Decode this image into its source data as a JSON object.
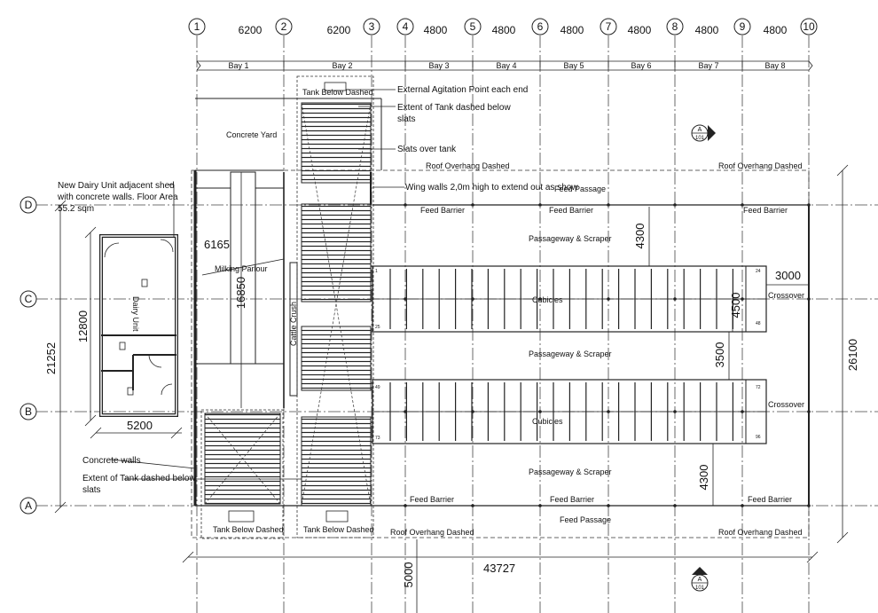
{
  "gridlines_x": [
    "1",
    "2",
    "3",
    "4",
    "5",
    "6",
    "7",
    "8",
    "9",
    "10"
  ],
  "gridlines_y": [
    "D",
    "C",
    "B",
    "A"
  ],
  "spacings_top": [
    "6200",
    "6200",
    "4800",
    "4800",
    "4800",
    "4800",
    "4800",
    "4800"
  ],
  "bays": [
    "Bay 1",
    "Bay 2",
    "Bay 3",
    "Bay 4",
    "Bay 5",
    "Bay 6",
    "Bay 7",
    "Bay 8"
  ],
  "labels": {
    "tank_below_dashed": "Tank Below Dashed",
    "external_agitation": "External Agitation Point each end",
    "extent_tank_1": "Extent of Tank dashed below",
    "extent_tank_2": "slats",
    "slats_over_tank": "Slats over tank",
    "concrete_yard": "Concrete Yard",
    "roof_overhang_dashed": "Roof Overhang Dashed",
    "wing_walls": "Wing walls 2,0m high to extend out as show",
    "feed_passage": "Feed Passage",
    "feed_barrier": "Feed Barrier",
    "new_dairy_1": "New Dairy Unit adjacent shed",
    "new_dairy_2": "with concrete walls. Floor Area",
    "new_dairy_3": "55.2 sqm",
    "milking_parlour": "Milking Parlour",
    "passageway_scraper": "Passageway & Scraper",
    "cubicles": "Cubicles",
    "cattle_crush": "Cattle Crush",
    "crossover": "Crossover",
    "dairy_unit": "Dairy Unit",
    "concrete_walls": "Concrete walls",
    "section_ref_letter": "A",
    "section_ref_number": "101"
  },
  "dimensions": {
    "d6165": "6165",
    "d16850": "16850",
    "d4300a": "4300",
    "d3000": "3000",
    "d4500": "4500",
    "d3500": "3500",
    "d4300b": "4300",
    "d12800": "12800",
    "d21252": "21252",
    "d26100": "26100",
    "d5200": "5200",
    "d5000": "5000",
    "d43727": "43727"
  },
  "cubicle_numbers": [
    "1",
    "24",
    "25",
    "48",
    "49",
    "72",
    "73",
    "96"
  ]
}
